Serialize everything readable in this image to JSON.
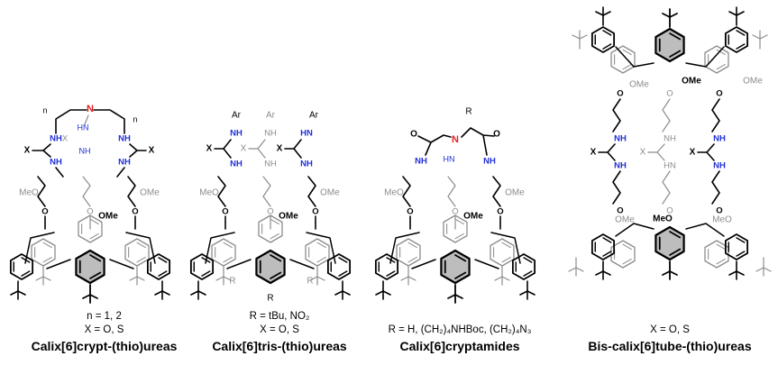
{
  "panels": [
    {
      "id": "crypt",
      "title": "Calix[6]crypt-(thio)ureas",
      "notes": [
        "n = 1, 2",
        "X = O, S"
      ],
      "labels": {
        "n_left": "n",
        "n_right": "n",
        "N": "N",
        "X_left": "X",
        "X_right": "X",
        "X_back": "X",
        "NH": "NH",
        "HN": "HN",
        "OMe": "OMe",
        "MeO": "MeO",
        "O": "O"
      }
    },
    {
      "id": "tris",
      "title": "Calix[6]tris-(thio)ureas",
      "notes": [
        "R = tBu, NO₂",
        "X = O, S"
      ],
      "labels": {
        "Ar": "Ar",
        "NH": "NH",
        "HN": "HN",
        "X": "X",
        "OMe": "OMe",
        "MeO": "MeO",
        "O": "O",
        "R": "R"
      }
    },
    {
      "id": "cryptamides",
      "title": "Calix[6]cryptamides",
      "notes": [
        "R = H, (CH₂)₄NHBoc, (CH₂)₄N₃"
      ],
      "labels": {
        "R": "R",
        "N": "N",
        "O": "O",
        "NH": "NH",
        "HN": "HN",
        "OMe": "OMe",
        "MeO": "MeO"
      }
    },
    {
      "id": "tube",
      "title": "Bis-calix[6]tube-(thio)ureas",
      "notes": [
        "X = O, S"
      ],
      "labels": {
        "OMe": "OMe",
        "MeO": "MeO",
        "O": "O",
        "NH": "NH",
        "HN": "HN",
        "X": "X"
      }
    }
  ],
  "colors": {
    "ink": "#000000",
    "grey": "#8c8c8c",
    "blue": "#1f2fd6",
    "red": "#e02020"
  }
}
